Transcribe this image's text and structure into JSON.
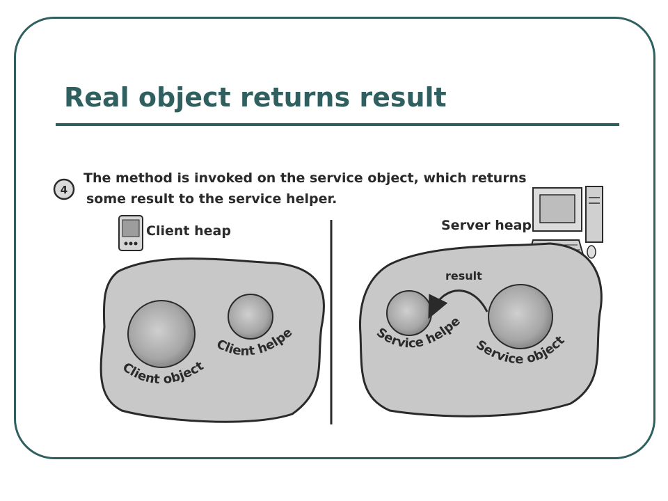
{
  "slide": {
    "title": "Real object returns result"
  },
  "diagram": {
    "step_number": "4",
    "caption_line1": "The method is invoked on the service object, which returns",
    "caption_line2": "some result to the service helper.",
    "client_heap_label": "Client heap",
    "server_heap_label": "Server heap",
    "client_object_label": "Client object",
    "client_helper_label": "Client helper",
    "service_helper_label": "Service helper",
    "service_object_label": "Service object",
    "result_label": "result"
  },
  "colors": {
    "accent": "#2f5f5f",
    "heap_fill": "#c8c8c8",
    "sphere_fill": "#a9a9a9"
  },
  "icons": {
    "client_device": "pda-icon",
    "server_device": "desktop-computer-icon"
  }
}
